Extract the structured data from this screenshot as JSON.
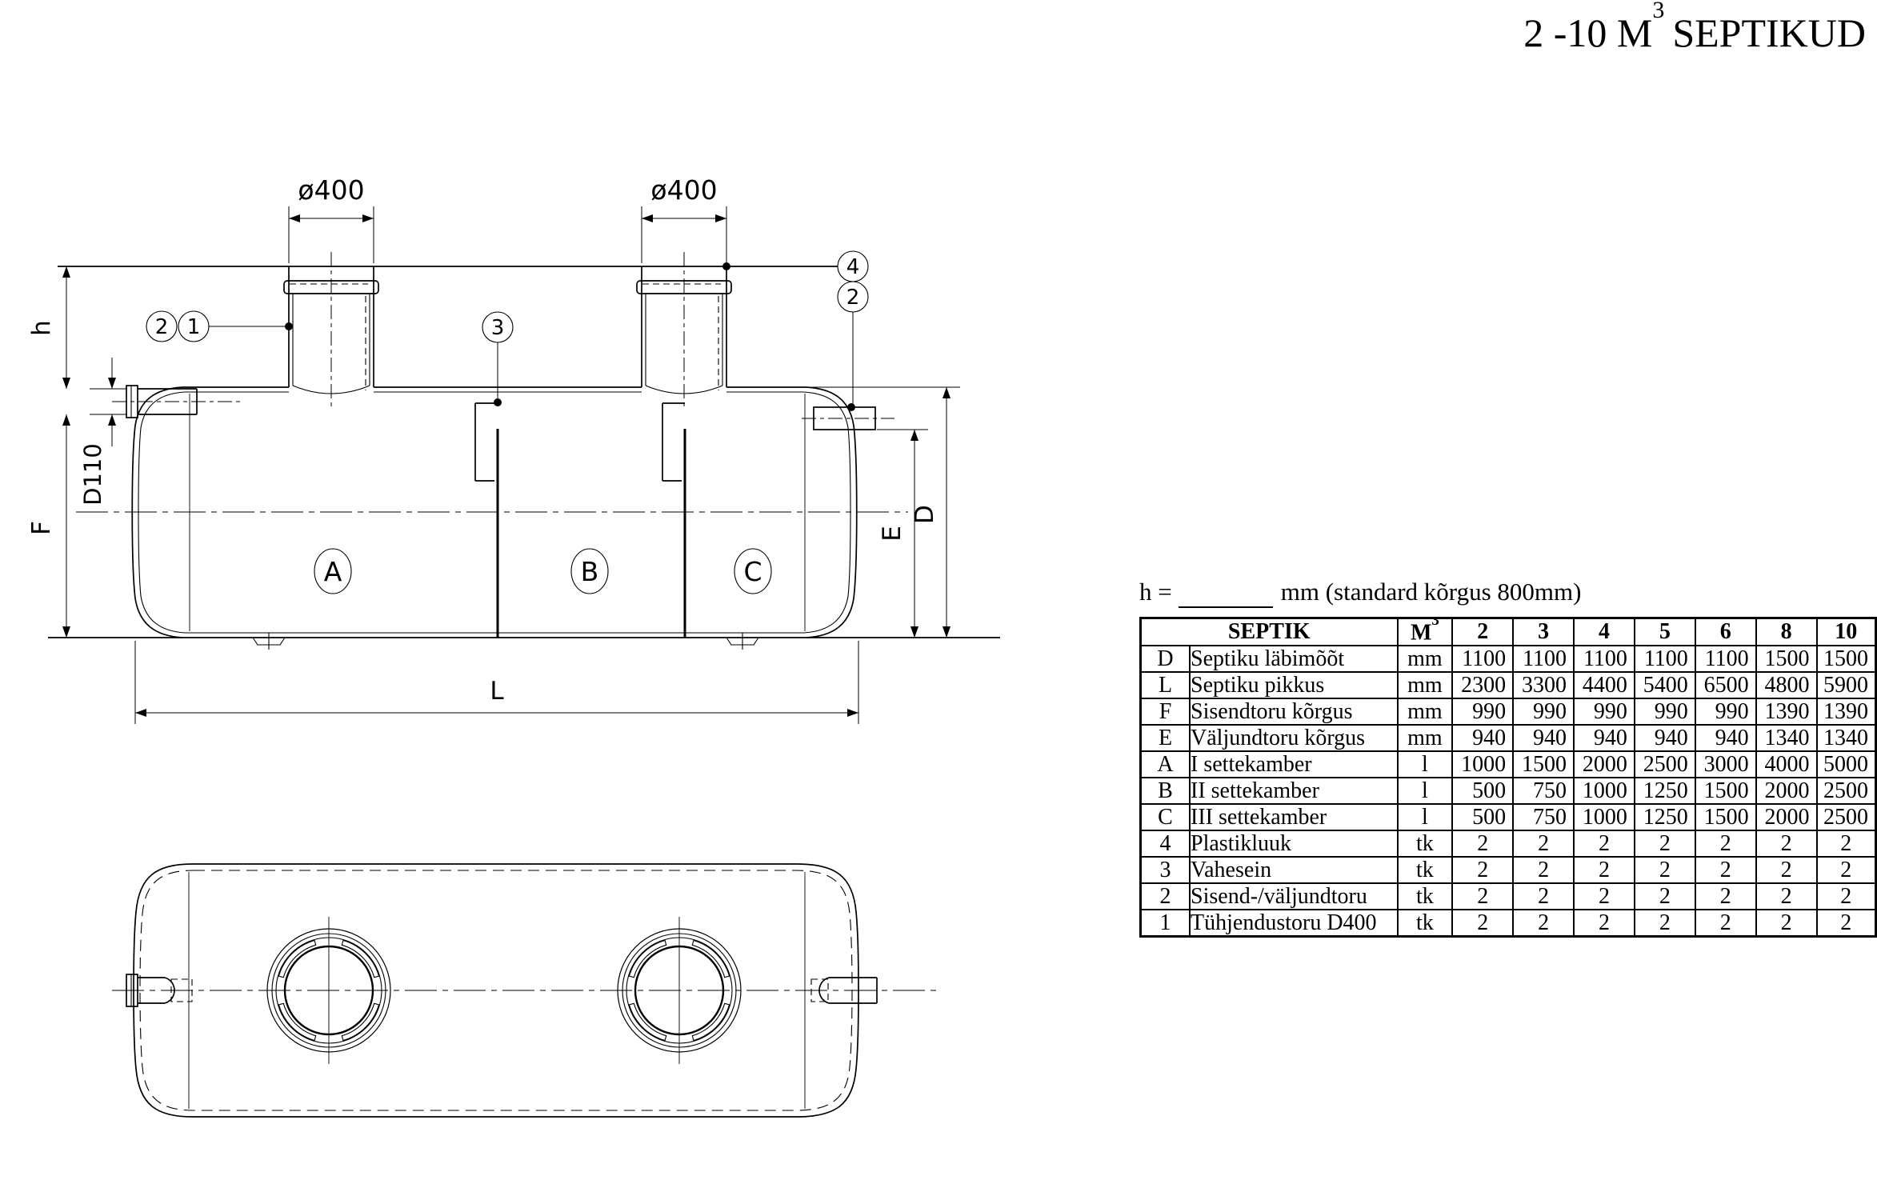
{
  "title": {
    "range": "2 -10 M",
    "sup": "3",
    "word": "SEPTIKUD"
  },
  "note": {
    "prefix": "h =",
    "suffix": "mm (standard kõrgus 800mm)"
  },
  "drawing": {
    "dia_left": "ø400",
    "dia_right": "ø400",
    "d110": "D110",
    "dim_h": "h",
    "dim_f": "F",
    "dim_e": "E",
    "dim_d": "D",
    "dim_l": "L",
    "chambers": [
      "A",
      "B",
      "C"
    ],
    "callouts": {
      "c1": "1",
      "c2": "2",
      "c3": "3",
      "c4": "4",
      "c2b": "2"
    }
  },
  "table": {
    "header": {
      "septik": "SEPTIK",
      "unit_label": "M",
      "unit_sup": "3",
      "sizes": [
        "2",
        "3",
        "4",
        "5",
        "6",
        "8",
        "10"
      ]
    },
    "rows": [
      {
        "code": "D",
        "name": "Septiku läbimõõt",
        "unit": "mm",
        "values": [
          "1100",
          "1100",
          "1100",
          "1100",
          "1100",
          "1500",
          "1500"
        ]
      },
      {
        "code": "L",
        "name": "Septiku pikkus",
        "unit": "mm",
        "values": [
          "2300",
          "3300",
          "4400",
          "5400",
          "6500",
          "4800",
          "5900"
        ]
      },
      {
        "code": "F",
        "name": "Sisendtoru kõrgus",
        "unit": "mm",
        "values": [
          "990",
          "990",
          "990",
          "990",
          "990",
          "1390",
          "1390"
        ]
      },
      {
        "code": "E",
        "name": "Väljundtoru kõrgus",
        "unit": "mm",
        "values": [
          "940",
          "940",
          "940",
          "940",
          "940",
          "1340",
          "1340"
        ]
      },
      {
        "code": "A",
        "name": "I settekamber",
        "unit": "l",
        "values": [
          "1000",
          "1500",
          "2000",
          "2500",
          "3000",
          "4000",
          "5000"
        ]
      },
      {
        "code": "B",
        "name": "II settekamber",
        "unit": "l",
        "values": [
          "500",
          "750",
          "1000",
          "1250",
          "1500",
          "2000",
          "2500"
        ]
      },
      {
        "code": "C",
        "name": "III settekamber",
        "unit": "l",
        "values": [
          "500",
          "750",
          "1000",
          "1250",
          "1500",
          "2000",
          "2500"
        ]
      },
      {
        "code": "4",
        "name": "Plastikluuk",
        "unit": "tk",
        "values": [
          "2",
          "2",
          "2",
          "2",
          "2",
          "2",
          "2"
        ]
      },
      {
        "code": "3",
        "name": "Vahesein",
        "unit": "tk",
        "values": [
          "2",
          "2",
          "2",
          "2",
          "2",
          "2",
          "2"
        ]
      },
      {
        "code": "2",
        "name": "Sisend-/väljundtoru",
        "unit": "tk",
        "values": [
          "2",
          "2",
          "2",
          "2",
          "2",
          "2",
          "2"
        ]
      },
      {
        "code": "1",
        "name": "Tühjendustoru D400",
        "unit": "tk",
        "values": [
          "2",
          "2",
          "2",
          "2",
          "2",
          "2",
          "2"
        ]
      }
    ]
  }
}
